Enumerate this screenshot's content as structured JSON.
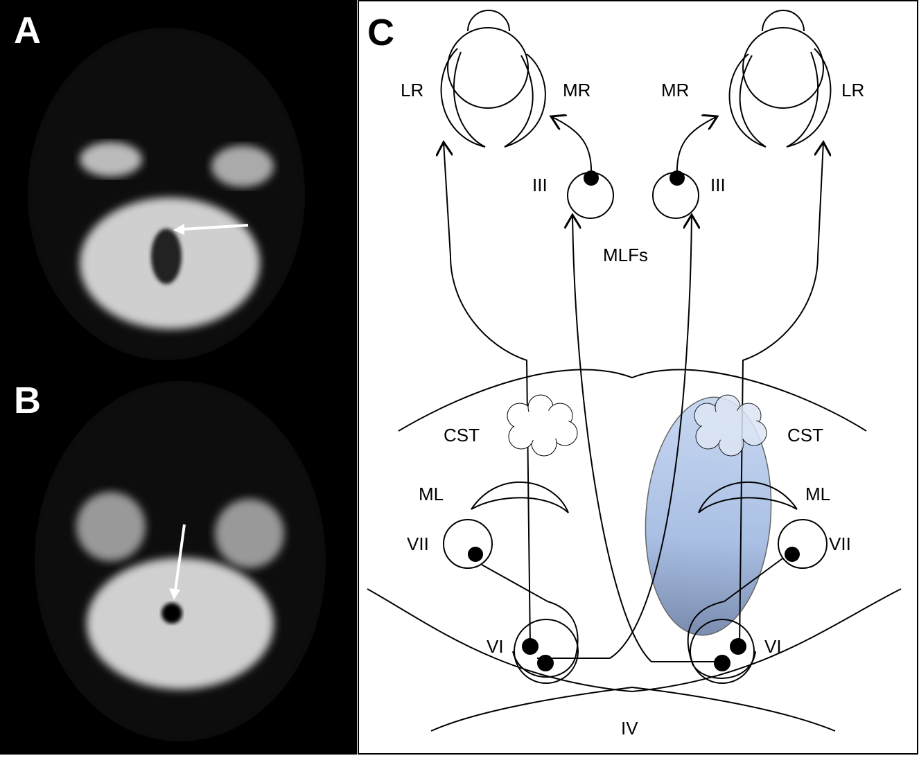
{
  "panels": {
    "a": {
      "label": "A"
    },
    "b": {
      "label": "B"
    },
    "c": {
      "label": "C"
    }
  },
  "diagram": {
    "left_lr": "LR",
    "left_mr": "MR",
    "right_mr": "MR",
    "right_lr": "LR",
    "left_iii": "III",
    "right_iii": "III",
    "mlfs": "MLFs",
    "left_cst": "CST",
    "right_cst": "CST",
    "left_ml": "ML",
    "right_ml": "ML",
    "left_vii": "VII",
    "right_vii": "VII",
    "left_vi": "VI",
    "right_vi": "VI",
    "iv": "IV",
    "lesion_color": "#a9bfe3"
  }
}
